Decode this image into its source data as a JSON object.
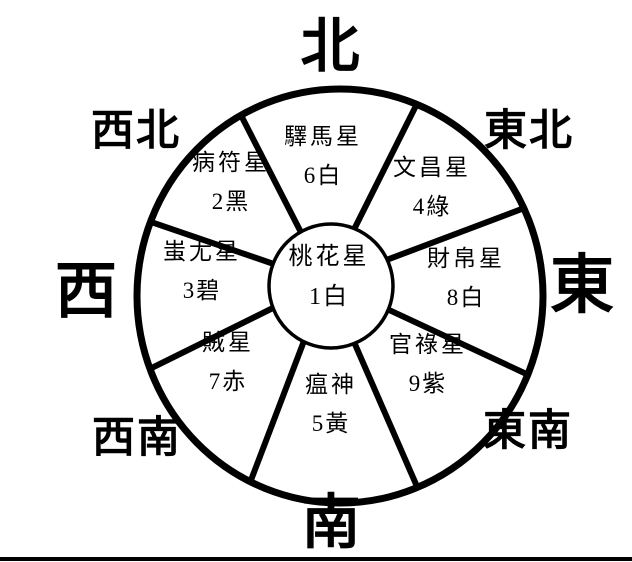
{
  "directions": {
    "north": "北",
    "northeast": "東北",
    "east": "東",
    "southeast": "東南",
    "south": "南",
    "southwest": "西南",
    "west": "西",
    "northwest": "西北"
  },
  "sectors": {
    "north": {
      "star": "驛馬星",
      "value": "6白"
    },
    "northeast": {
      "star": "文昌星",
      "value": "4綠"
    },
    "east": {
      "star": "財帛星",
      "value": "8白"
    },
    "southeast": {
      "star": "官祿星",
      "value": "9紫"
    },
    "south": {
      "star": "瘟神",
      "value": "5黃"
    },
    "southwest": {
      "star": "賊星",
      "value": "7赤"
    },
    "west": {
      "star": "蚩尤星",
      "value": "3碧"
    },
    "northwest": {
      "star": "病符星",
      "value": "2黑"
    }
  },
  "center": {
    "star": "桃花星",
    "value": "1白"
  },
  "colors": {
    "line": "#000000",
    "background": "#ffffff"
  }
}
